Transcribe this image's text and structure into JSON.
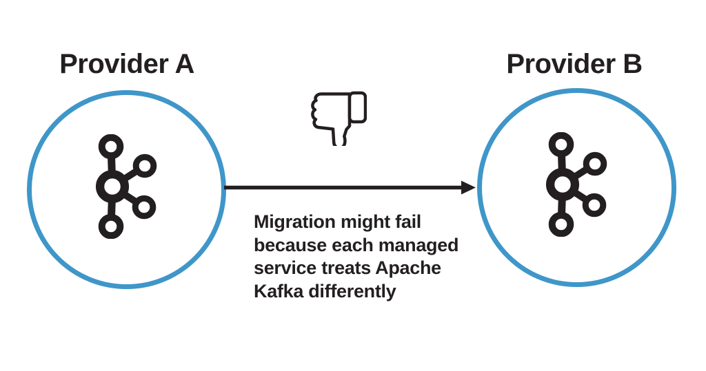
{
  "providers": [
    {
      "label": "Provider A"
    },
    {
      "label": "Provider B"
    }
  ],
  "arrow": {
    "direction": "left-to-right"
  },
  "annotation": {
    "text": "Migration might fail because each managed service treats Apache Kafka differently",
    "lines": [
      "Migration might fail",
      "because each managed",
      "service treats Apache",
      "Kafka differently"
    ]
  },
  "icons": {
    "provider_icon": "apache-kafka-logo",
    "status_icon": "thumbs-down"
  },
  "colors": {
    "circle_stroke": "#3f96c9",
    "ink": "#231f20",
    "background": "#ffffff"
  }
}
